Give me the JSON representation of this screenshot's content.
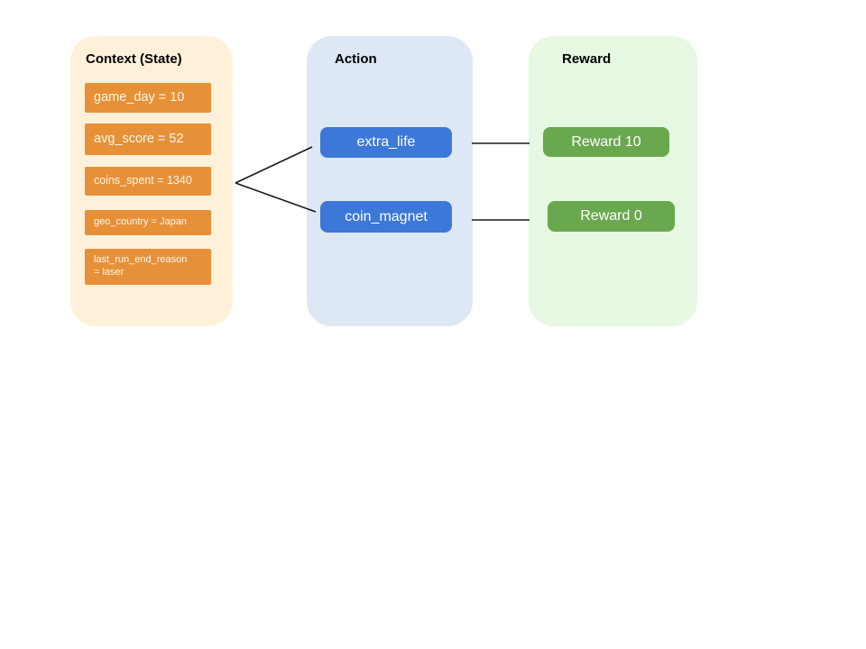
{
  "slide": {
    "background_color": "#ffffff",
    "line_color": "#1a1a1a"
  },
  "diagram": {
    "columns": [
      {
        "id": "context",
        "title": "Context (State)",
        "panel_color": "#fdf2d9",
        "item_color": "#e69138",
        "item_text_color": "#ffffff",
        "items": [
          "game_day = 10",
          "avg_score = 52",
          "coins_spent = 1340",
          "geo_country = Japan",
          "last_run_end_reason\n= laser"
        ]
      },
      {
        "id": "action",
        "title": "Action",
        "panel_color": "#dde8f4",
        "item_color": "#3c78d8",
        "item_text_color": "#ffffff",
        "items": [
          "extra_life",
          "coin_magnet"
        ]
      },
      {
        "id": "reward",
        "title": "Reward",
        "panel_color": "#e6f8e1",
        "item_color": "#6aa84f",
        "item_text_color": "#ffffff",
        "items": [
          "Reward 10",
          "Reward 0"
        ]
      }
    ],
    "connections": [
      {
        "from": "context",
        "to": "extra_life"
      },
      {
        "from": "context",
        "to": "coin_magnet"
      },
      {
        "from": "extra_life",
        "to": "Reward 10"
      },
      {
        "from": "coin_magnet",
        "to": "Reward 0"
      }
    ]
  }
}
